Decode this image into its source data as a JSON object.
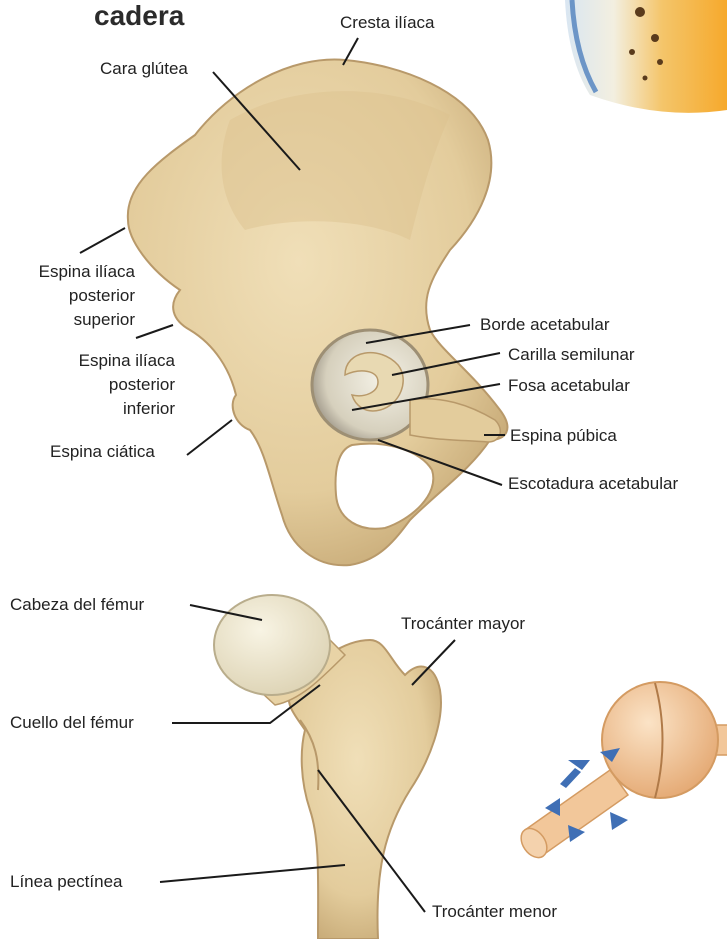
{
  "title": "cadera",
  "labels": {
    "cresta_iliaca": "Cresta ilíaca",
    "cara_glutea": "Cara glútea",
    "espina_iliaca_post_sup": [
      "Espina ilíaca",
      "posterior",
      "superior"
    ],
    "espina_iliaca_post_inf": [
      "Espina ilíaca",
      "posterior",
      "inferior"
    ],
    "espina_ciatica": "Espina ciática",
    "borde_acetabular": "Borde acetabular",
    "carilla_semilunar": "Carilla semilunar",
    "fosa_acetabular": "Fosa acetabular",
    "espina_pubica": "Espina púbica",
    "escotadura_acetabular": "Escotadura acetabular",
    "cabeza_femur": "Cabeza del fémur",
    "cuello_femur": "Cuello del fémur",
    "trocanter_mayor": "Trocánter mayor",
    "linea_pectinea": "Línea pectínea",
    "trocanter_menor": "Trocánter menor"
  },
  "colors": {
    "bone": "#e6d1a4",
    "bone_shadow": "#c9ad79",
    "cartilage": "#efe9d3",
    "leader": "#1a1a1a",
    "joint_ball": "#f2c79a",
    "arrow": "#3f6fb5"
  }
}
